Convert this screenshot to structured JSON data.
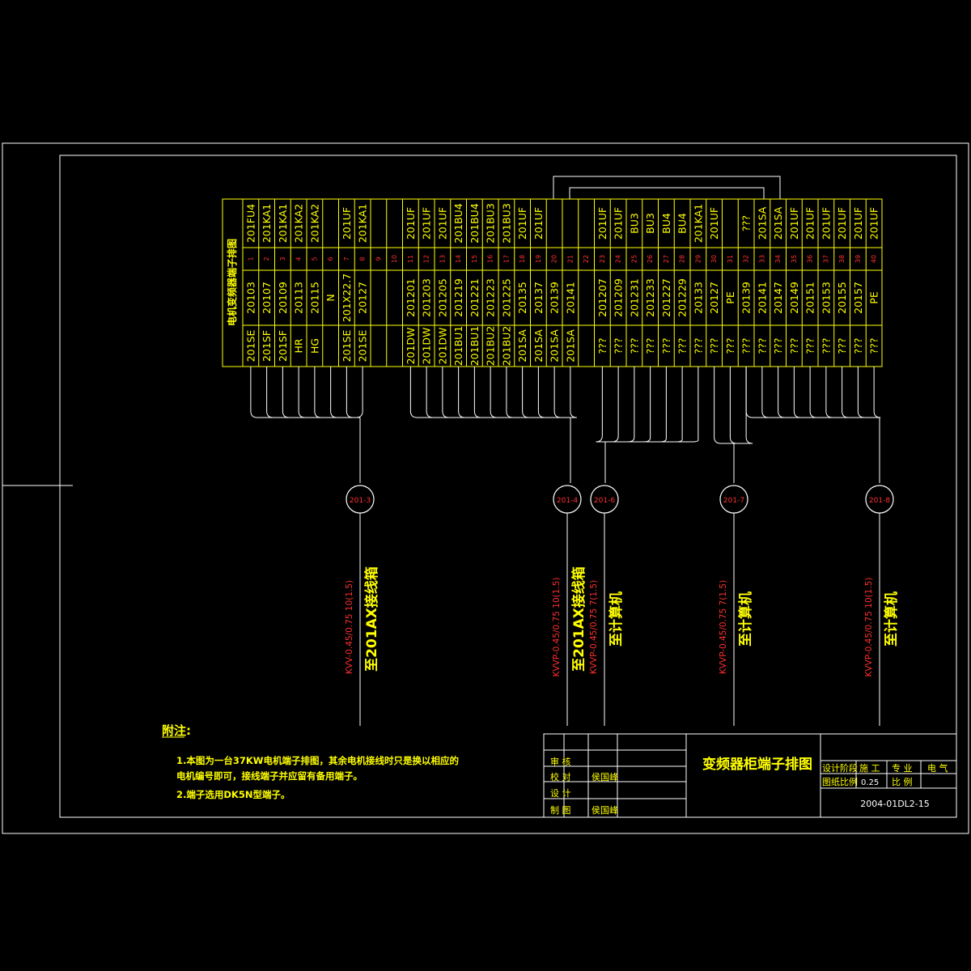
{
  "terminal_strip": {
    "header_label": "电机变频器端子排图",
    "terminals": [
      {
        "num": "1",
        "top": "201FU4",
        "mid": "20103",
        "bot": "201SE"
      },
      {
        "num": "2",
        "top": "201KA1",
        "mid": "20107",
        "bot": "201SF"
      },
      {
        "num": "3",
        "top": "201KA1",
        "mid": "20109",
        "bot": "201SF"
      },
      {
        "num": "4",
        "top": "201KA2",
        "mid": "20113",
        "bot": "HR"
      },
      {
        "num": "5",
        "top": "201KA2",
        "mid": "20115",
        "bot": "HG"
      },
      {
        "num": "6",
        "top": "",
        "mid": "N",
        "bot": ""
      },
      {
        "num": "7",
        "top": "201UF",
        "mid": "201X22.7",
        "bot": "201SE"
      },
      {
        "num": "8",
        "top": "201KA1",
        "mid": "20127",
        "bot": "201SE"
      },
      {
        "num": "9",
        "top": "",
        "mid": "",
        "bot": ""
      },
      {
        "num": "10",
        "top": "",
        "mid": "",
        "bot": ""
      },
      {
        "num": "11",
        "top": "201UF",
        "mid": "201201",
        "bot": "201DW"
      },
      {
        "num": "12",
        "top": "201UF",
        "mid": "201203",
        "bot": "201DW"
      },
      {
        "num": "13",
        "top": "201UF",
        "mid": "201205",
        "bot": "201DW"
      },
      {
        "num": "14",
        "top": "201BU4",
        "mid": "201219",
        "bot": "201BU1"
      },
      {
        "num": "15",
        "top": "201BU4",
        "mid": "201221",
        "bot": "201BU1"
      },
      {
        "num": "16",
        "top": "201BU3",
        "mid": "201223",
        "bot": "201BU2"
      },
      {
        "num": "17",
        "top": "201BU3",
        "mid": "201225",
        "bot": "201BU2"
      },
      {
        "num": "18",
        "top": "201UF",
        "mid": "20135",
        "bot": "201SA"
      },
      {
        "num": "19",
        "top": "201UF",
        "mid": "20137",
        "bot": "201SA"
      },
      {
        "num": "20",
        "top": "",
        "mid": "20139",
        "bot": "201SA"
      },
      {
        "num": "21",
        "top": "",
        "mid": "20141",
        "bot": "201SA"
      },
      {
        "num": "22",
        "top": "",
        "mid": "",
        "bot": ""
      },
      {
        "num": "23",
        "top": "201UF",
        "mid": "201207",
        "bot": "???"
      },
      {
        "num": "24",
        "top": "201UF",
        "mid": "201209",
        "bot": "???"
      },
      {
        "num": "25",
        "top": "BU3",
        "mid": "201231",
        "bot": "???"
      },
      {
        "num": "26",
        "top": "BU3",
        "mid": "201233",
        "bot": "???"
      },
      {
        "num": "27",
        "top": "BU4",
        "mid": "201227",
        "bot": "???"
      },
      {
        "num": "28",
        "top": "BU4",
        "mid": "201229",
        "bot": "???"
      },
      {
        "num": "29",
        "top": "201KA1",
        "mid": "20133",
        "bot": "???"
      },
      {
        "num": "30",
        "top": "201UF",
        "mid": "20127",
        "bot": "???"
      },
      {
        "num": "31",
        "top": "",
        "mid": "PE",
        "bot": "???"
      },
      {
        "num": "32",
        "top": "???",
        "mid": "20139",
        "bot": "???"
      },
      {
        "num": "33",
        "top": "201SA",
        "mid": "20141",
        "bot": "???"
      },
      {
        "num": "34",
        "top": "201SA",
        "mid": "20147",
        "bot": "???"
      },
      {
        "num": "35",
        "top": "201UF",
        "mid": "20149",
        "bot": "???"
      },
      {
        "num": "36",
        "top": "201UF",
        "mid": "20151",
        "bot": "???"
      },
      {
        "num": "37",
        "top": "201UF",
        "mid": "20153",
        "bot": "???"
      },
      {
        "num": "38",
        "top": "201UF",
        "mid": "20155",
        "bot": "???"
      },
      {
        "num": "39",
        "top": "201UF",
        "mid": "20157",
        "bot": "???"
      },
      {
        "num": "40",
        "top": "201UF",
        "mid": "PE",
        "bot": "???"
      }
    ]
  },
  "cables": [
    {
      "id": "201-3",
      "spec": "KVV-0.45/0.75 10(1.5)",
      "dest": "至201AX接线箱"
    },
    {
      "id": "201-4",
      "spec": "KVVP-0.45/0.75 10(1.5)",
      "dest": "至201AX接线箱"
    },
    {
      "id": "201-6",
      "spec": "KVVP-0.45/0.75 7(1.5)",
      "dest": "至计算机"
    },
    {
      "id": "201-7",
      "spec": "KVVP-0.45/0.75 7(1.5)",
      "dest": "至计算机"
    },
    {
      "id": "201-8",
      "spec": "KVVP-0.45/0.75 10(1.5)",
      "dest": "至计算机"
    }
  ],
  "notes": {
    "title": "附注:",
    "lines": [
      "1.本图为一台37KW电机端子排图，其余电机接线时只是换以相应的",
      "   电机编号即可，接线端子并应留有备用端子。",
      "2.端子选用DK5N型端子。"
    ]
  },
  "title_block": {
    "drawing_title": "变频器柜端子排图",
    "roles": [
      "审 核",
      "校 对",
      "设 计",
      "制 图"
    ],
    "names": [
      "",
      "侯国峰",
      "",
      "侯国峰"
    ],
    "stage_label": "设计阶段",
    "stage_value": "施 工",
    "discipline_label": "专 业",
    "discipline_value": "电 气",
    "ratio_label": "图纸比例",
    "ratio_value": "0.25",
    "scale_label": "比 例",
    "drawing_number": "2004-01DL2-15"
  },
  "colors": {
    "terminal": "#ffff00",
    "cable_label": "#ff3030",
    "frame": "#ffffff"
  }
}
